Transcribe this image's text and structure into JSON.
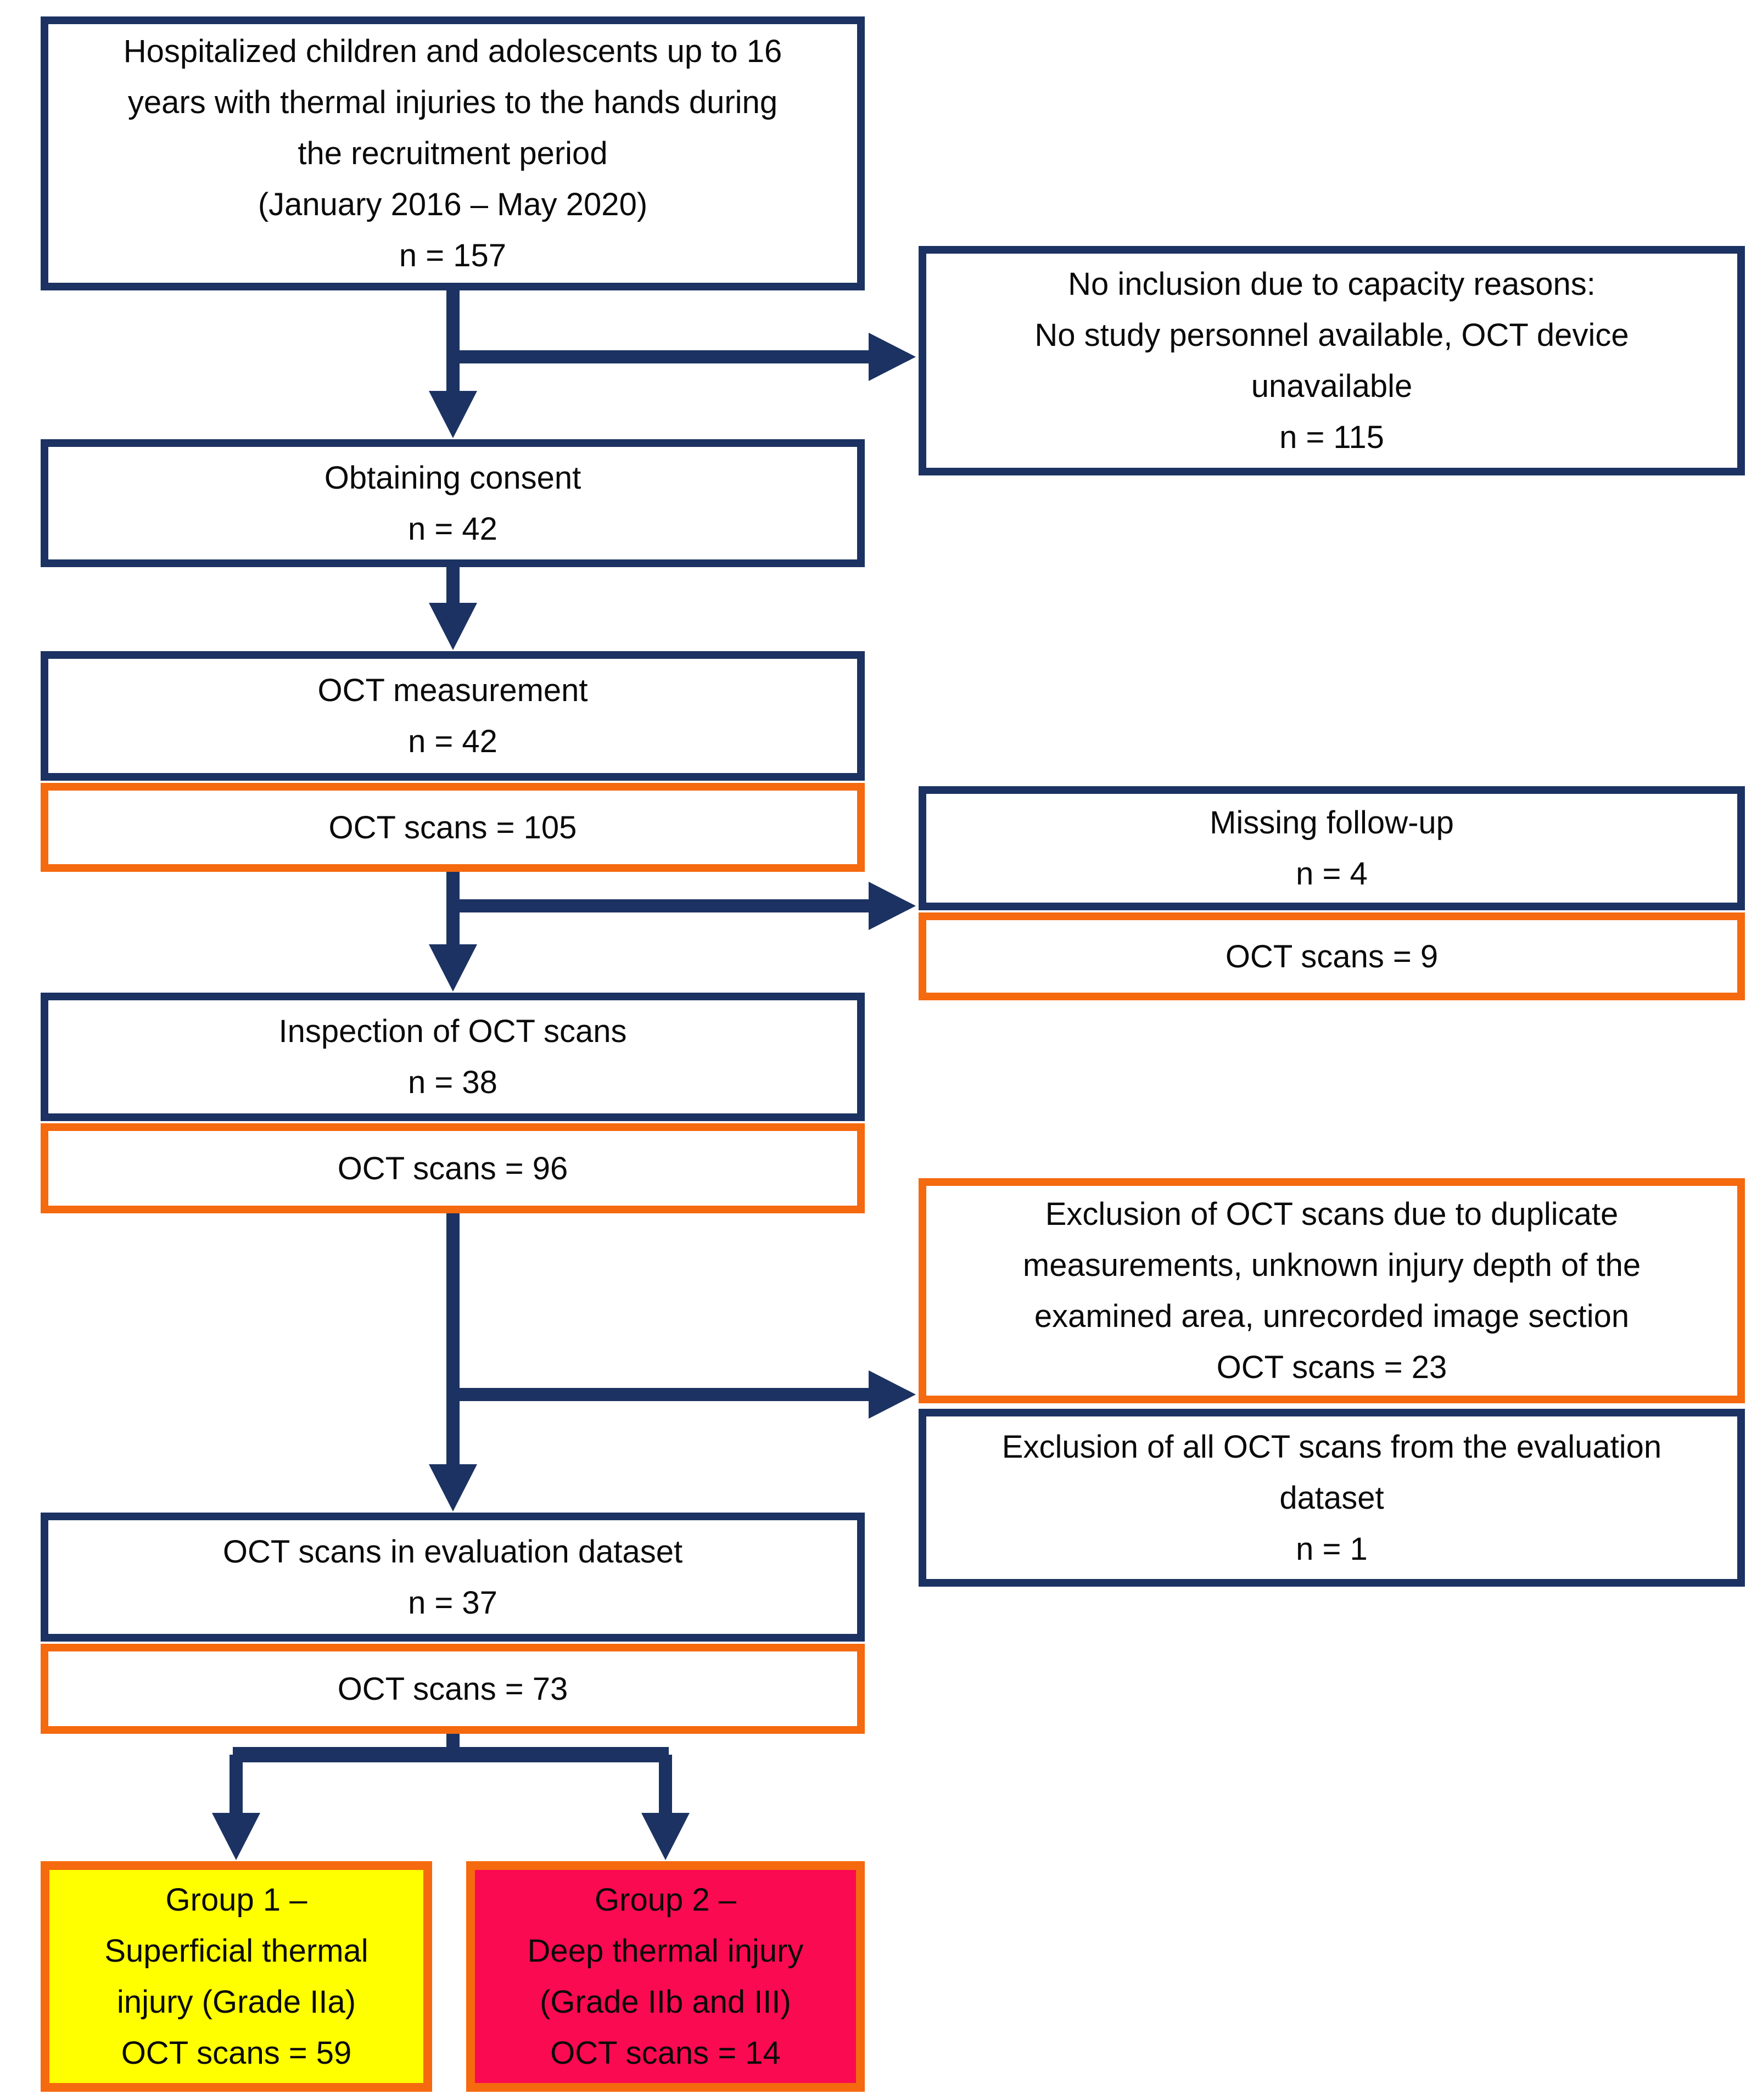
{
  "colors": {
    "navy": "#1b3262",
    "orange": "#f5690f",
    "yellow": "#ffff00",
    "pink": "#fa0a50",
    "ink": "#0a0a0a",
    "bg": "#ffffff"
  },
  "flow": {
    "recruitment": {
      "lines": [
        "Hospitalized children and adolescents up to 16",
        "years with thermal injuries to the hands during",
        "the recruitment period",
        "(January 2016 – May 2020)",
        "n = 157"
      ]
    },
    "no_inclusion": {
      "lines": [
        "No inclusion due to capacity reasons:",
        "No study personnel available, OCT device",
        "unavailable",
        "n = 115"
      ]
    },
    "consent": {
      "lines": [
        "Obtaining consent",
        "n = 42"
      ]
    },
    "oct_measurement": {
      "lines": [
        "OCT measurement",
        "n = 42"
      ]
    },
    "oct_scans_105": {
      "lines": [
        "OCT scans = 105"
      ]
    },
    "missing_followup": {
      "lines": [
        "Missing follow-up",
        "n = 4"
      ]
    },
    "oct_scans_9": {
      "lines": [
        "OCT scans = 9"
      ]
    },
    "inspection": {
      "lines": [
        "Inspection of OCT scans",
        "n = 38"
      ]
    },
    "oct_scans_96": {
      "lines": [
        "OCT scans = 96"
      ]
    },
    "exclusion_scans": {
      "lines": [
        "Exclusion of OCT scans due to duplicate",
        "measurements, unknown injury depth of the",
        "examined area, unrecorded image section",
        "OCT scans = 23"
      ]
    },
    "exclusion_all": {
      "lines": [
        "Exclusion of all OCT scans from the evaluation",
        "dataset",
        "n = 1"
      ]
    },
    "evaluation": {
      "lines": [
        "OCT scans in evaluation dataset",
        "n = 37"
      ]
    },
    "oct_scans_73": {
      "lines": [
        "OCT scans = 73"
      ]
    },
    "group1": {
      "lines": [
        "Group 1 –",
        "Superficial thermal",
        "injury (Grade IIa)",
        "OCT scans = 59"
      ]
    },
    "group2": {
      "lines": [
        "Group 2 –",
        "Deep thermal injury",
        "(Grade IIb and III)",
        "OCT scans = 14"
      ]
    }
  }
}
